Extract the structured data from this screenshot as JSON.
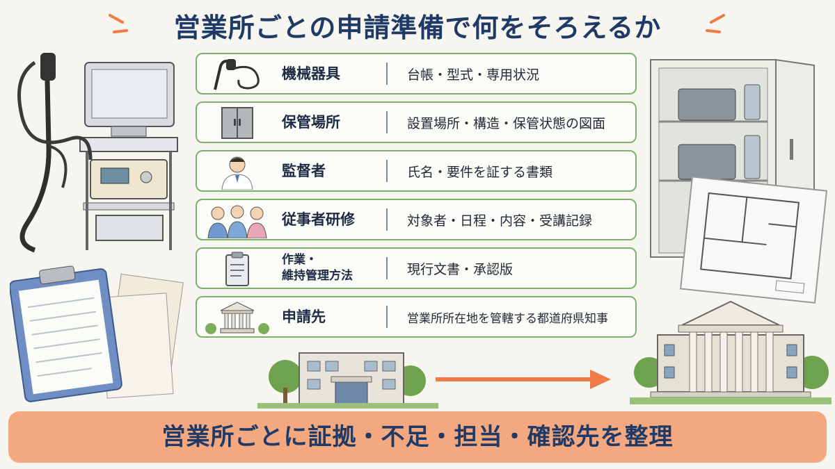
{
  "title": "営業所ごとの申請準備で何をそろえるか",
  "rows": [
    {
      "name": "機械器具",
      "desc": "台帳・型式・専用状況",
      "icon": "endoscope-icon"
    },
    {
      "name": "保管場所",
      "desc": "設置場所・構造・保管状態の図面",
      "icon": "cabinet-icon"
    },
    {
      "name": "監督者",
      "desc": "氏名・要件を証する書類",
      "icon": "supervisor-icon"
    },
    {
      "name": "従事者研修",
      "desc": "対象者・日程・内容・受講記録",
      "icon": "staff-group-icon"
    },
    {
      "name": "作業・\n維持管理方法",
      "desc": "現行文書・承認版",
      "icon": "clipboard-icon"
    },
    {
      "name": "申請先",
      "desc": "営業所所在地を管轄する都道府県知事",
      "icon": "government-building-icon"
    }
  ],
  "summary": "営業所ごとに証拠・不足・担当・確認先を整理",
  "colors": {
    "title": "#1f3a66",
    "row_border": "#7db06a",
    "banner": "#f4a880",
    "arrow": "#f07a45"
  }
}
